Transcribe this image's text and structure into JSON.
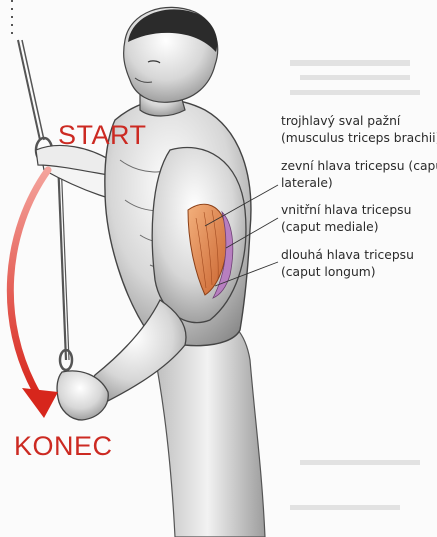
{
  "labels": {
    "start": "START",
    "konec": "KONEC"
  },
  "annotations": [
    {
      "line1": "trojhlavý sval pažní",
      "line2": "(musculus triceps brachii):"
    },
    {
      "line1": "zevní hlava tricepsu (caput",
      "line2": "laterale)"
    },
    {
      "line1": "vnitřní hlava tricepsu",
      "line2": "(caput mediale)"
    },
    {
      "line1": "dlouhá hlava tricepsu",
      "line2": "(caput longum)"
    }
  ],
  "colors": {
    "accent_red": "#cc2a22",
    "muscle_highlight": "#e0894a",
    "muscle_medial": "#b77fc0"
  }
}
